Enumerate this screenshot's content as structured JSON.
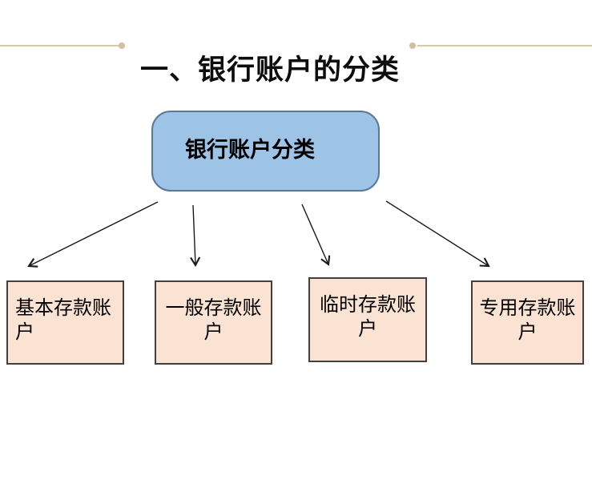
{
  "slide": {
    "title": "一、银行账户的分类",
    "diagram": {
      "root": {
        "label": "银行账户分类"
      },
      "children": [
        {
          "label": "基本存款账户"
        },
        {
          "label": "一般存款账户"
        },
        {
          "label": "临时存款账户"
        },
        {
          "label": "专用存款账户"
        }
      ]
    },
    "colors": {
      "background": "#FFFFFF",
      "title_text": "#0D0D0D",
      "title_accent_line": "#DCC7A8",
      "title_accent_dot": "#D6BD9E",
      "root_fill": "#9DC3E6",
      "root_border": "#5A7896",
      "child_fill": "#FAE3D2",
      "child_border": "#404040",
      "arrow": "#1A1A1A",
      "node_text": "#000000"
    }
  }
}
